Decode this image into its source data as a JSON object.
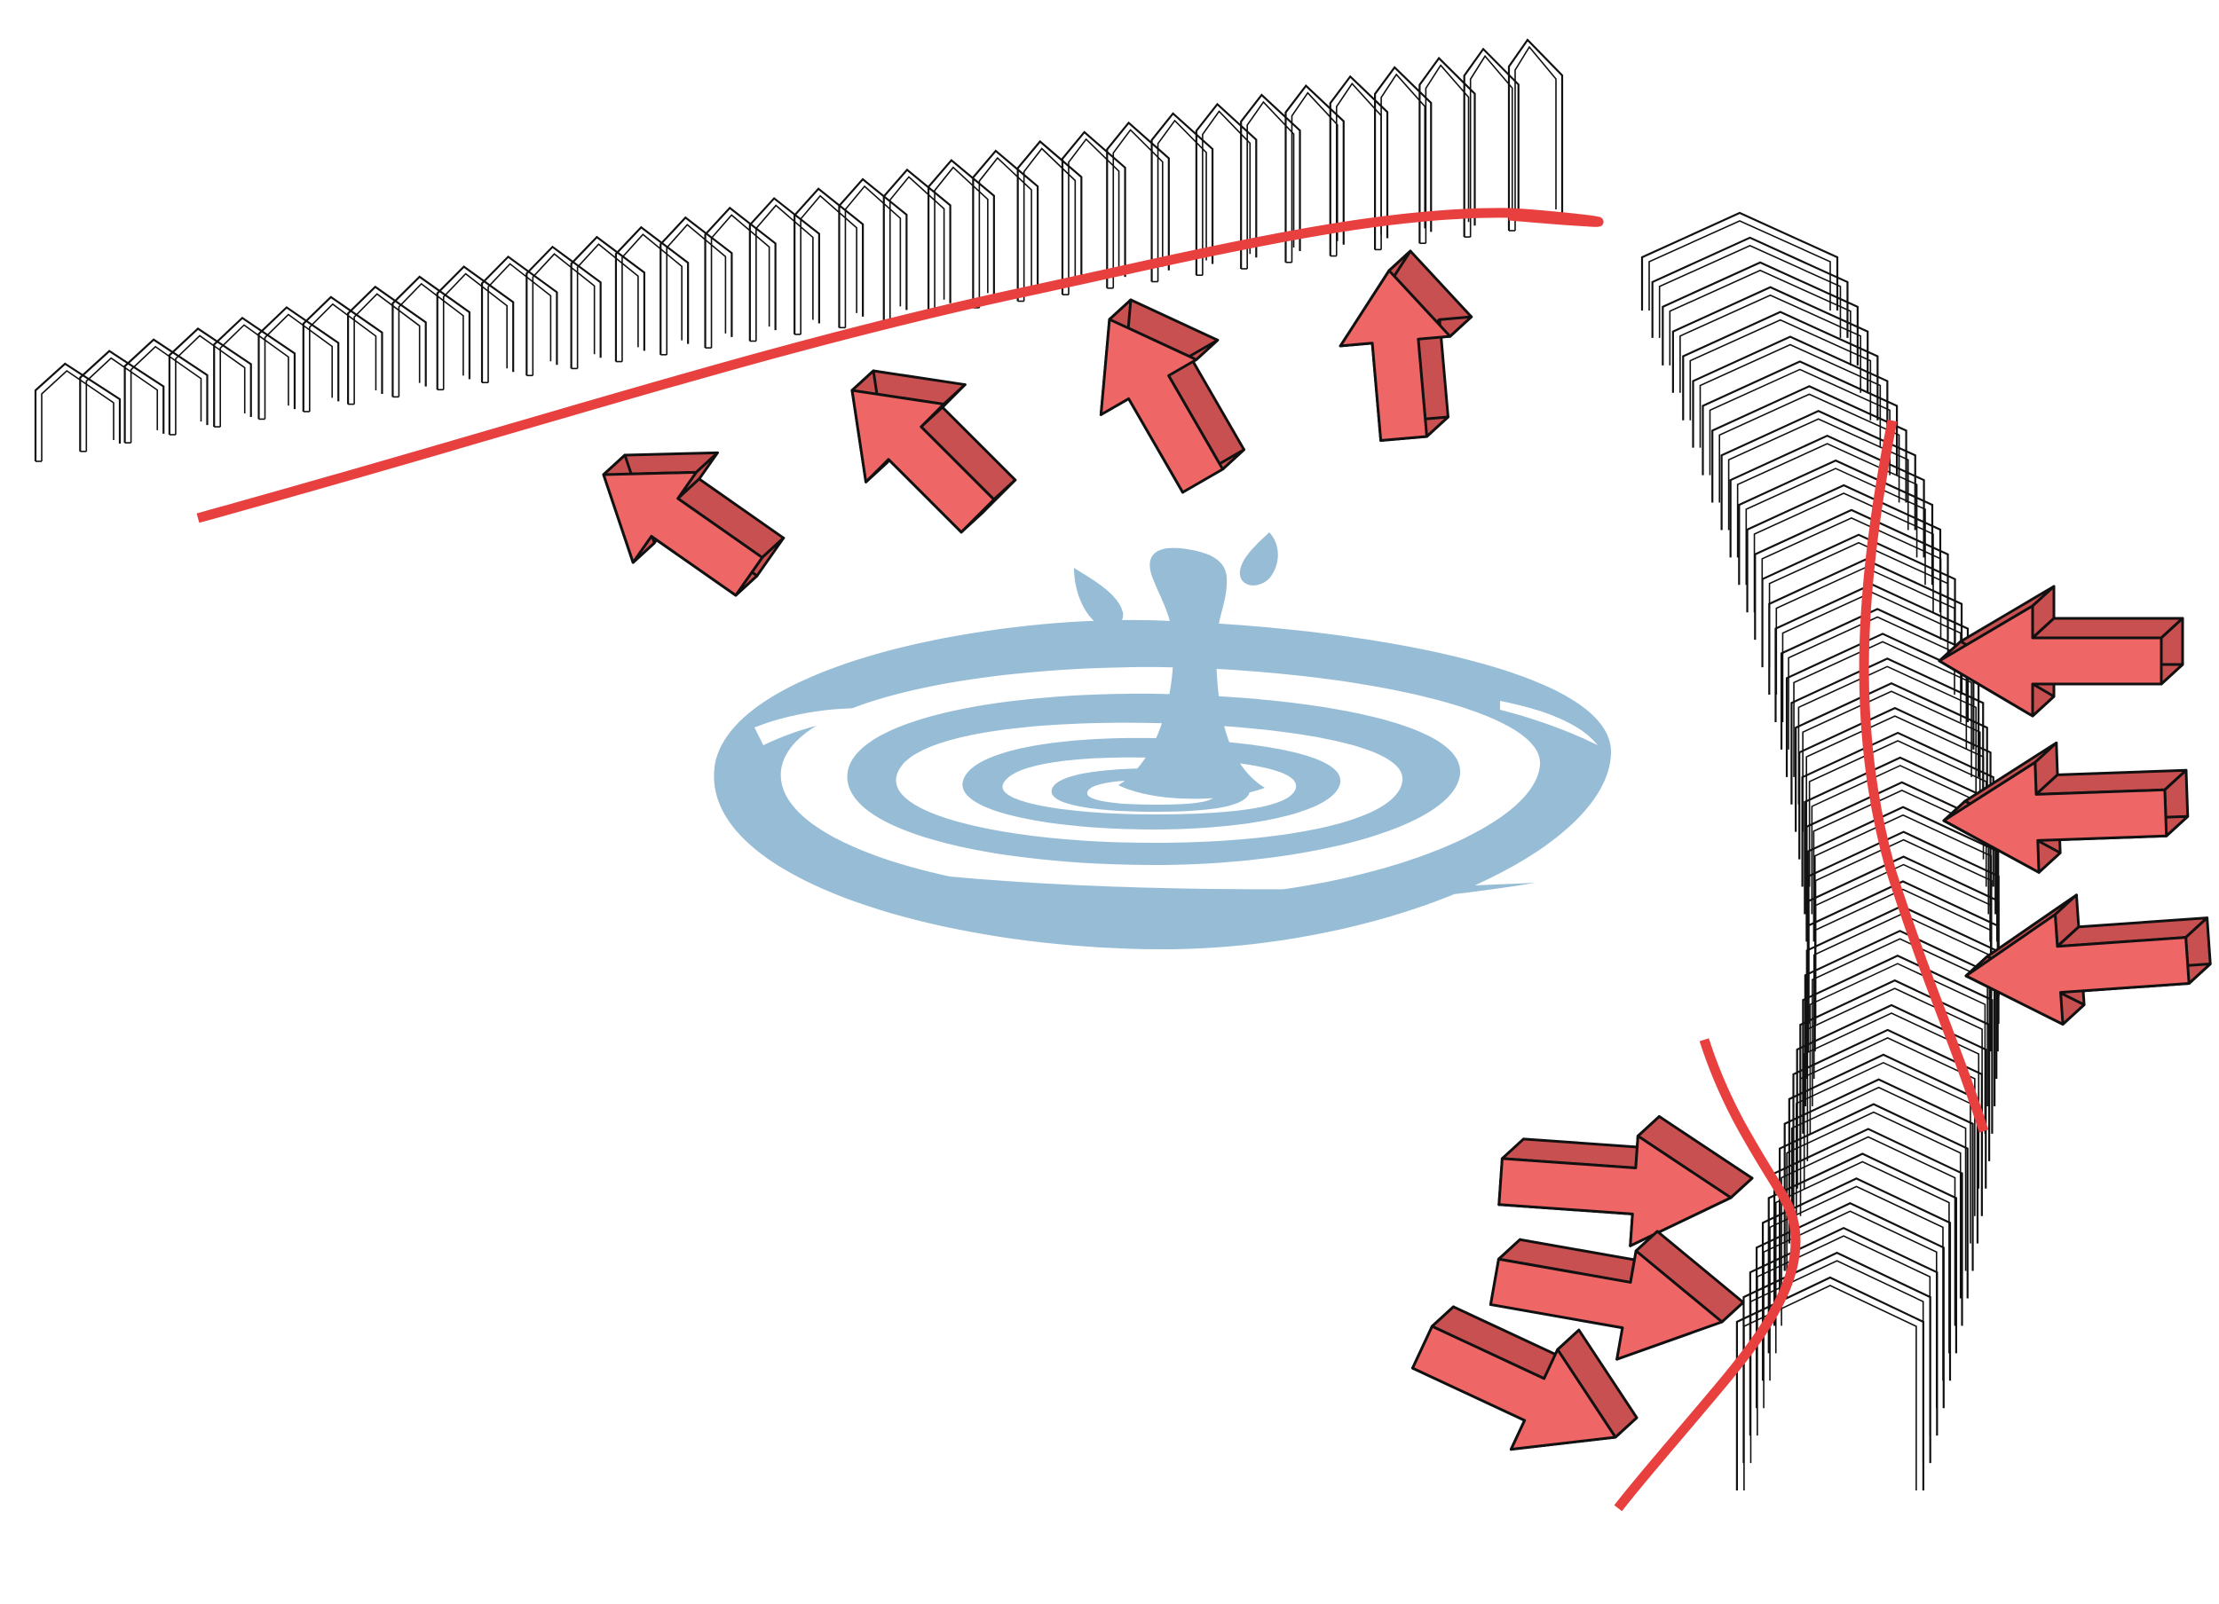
{
  "diagram": {
    "components": {
      "top_structure": "frame-structure",
      "right_structure": "frame-structure",
      "ripple": "water-ripple",
      "arrows": "force-arrow",
      "boundary_lines": "deformed-boundary"
    },
    "top_structure": {
      "frames": 34
    },
    "right_structure": {
      "frames": 44
    },
    "upper_arrows": {
      "count": 4
    },
    "right_arrows": {
      "count": 3
    },
    "lower_arrows": {
      "count": 3
    }
  },
  "colors": {
    "boundary": "#e8403f",
    "arrow_face": "#ef6666",
    "arrow_side": "#c85050",
    "arrow_outline": "#111111",
    "water": "#97bdd6",
    "frame": "#111111",
    "background": "#ffffff"
  }
}
